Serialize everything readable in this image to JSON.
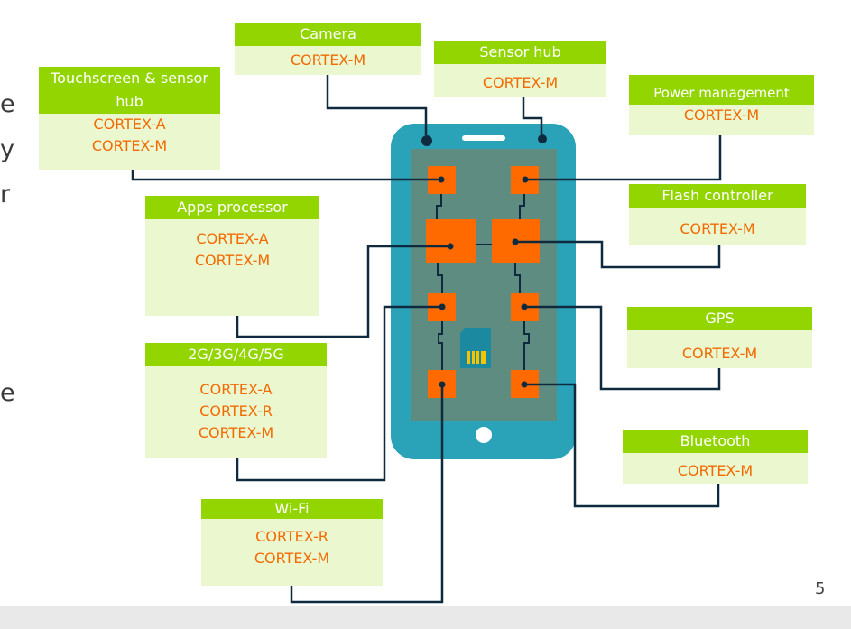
{
  "slide": {
    "side_text": [
      "e",
      "y",
      "r",
      "e"
    ],
    "page_number": "5"
  },
  "colors": {
    "header_green": "#92d500",
    "box_fill": "#ebf7cf",
    "core_text": "#f26a00",
    "phone_body": "#2aa3b8",
    "phone_screen": "#5e8c80",
    "chip": "#ff6a00",
    "wire": "#0f2a3f"
  },
  "components": [
    {
      "id": "camera",
      "header": "Camera",
      "cores": [
        "CORTEX-M"
      ]
    },
    {
      "id": "sensor-hub",
      "header": "Sensor hub",
      "cores": [
        "CORTEX-M"
      ]
    },
    {
      "id": "power-management",
      "header": "Power management",
      "cores": [
        "CORTEX-M"
      ]
    },
    {
      "id": "touchscreen",
      "header": "Touchscreen & sensor hub",
      "cores": [
        "CORTEX-A",
        "CORTEX-M"
      ]
    },
    {
      "id": "apps-processor",
      "header": "Apps processor",
      "cores": [
        "CORTEX-A",
        "CORTEX-M"
      ]
    },
    {
      "id": "flash-controller",
      "header": "Flash controller",
      "cores": [
        "CORTEX-M"
      ]
    },
    {
      "id": "gps",
      "header": "GPS",
      "cores": [
        "CORTEX-M"
      ]
    },
    {
      "id": "cellular",
      "header": "2G/3G/4G/5G",
      "cores": [
        "CORTEX-A",
        "CORTEX-R",
        "CORTEX-M"
      ]
    },
    {
      "id": "bluetooth",
      "header": "Bluetooth",
      "cores": [
        "CORTEX-M"
      ]
    },
    {
      "id": "wifi",
      "header": "Wi-Fi",
      "cores": [
        "CORTEX-R",
        "CORTEX-M"
      ]
    }
  ]
}
